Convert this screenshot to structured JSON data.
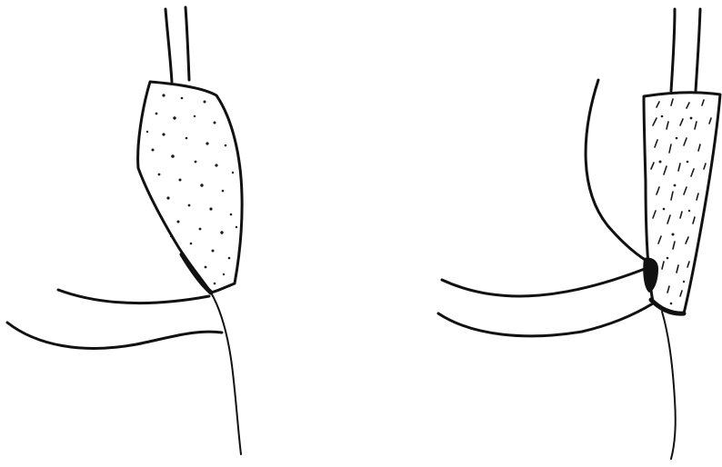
{
  "colors": {
    "background": "#ffffff",
    "ink": "#111111",
    "stipple": "#1a1a1a"
  },
  "figures": [
    {
      "name": "left-figure",
      "shape": "rounded-oval"
    },
    {
      "name": "right-figure",
      "shape": "tapered-trapezoid"
    }
  ]
}
